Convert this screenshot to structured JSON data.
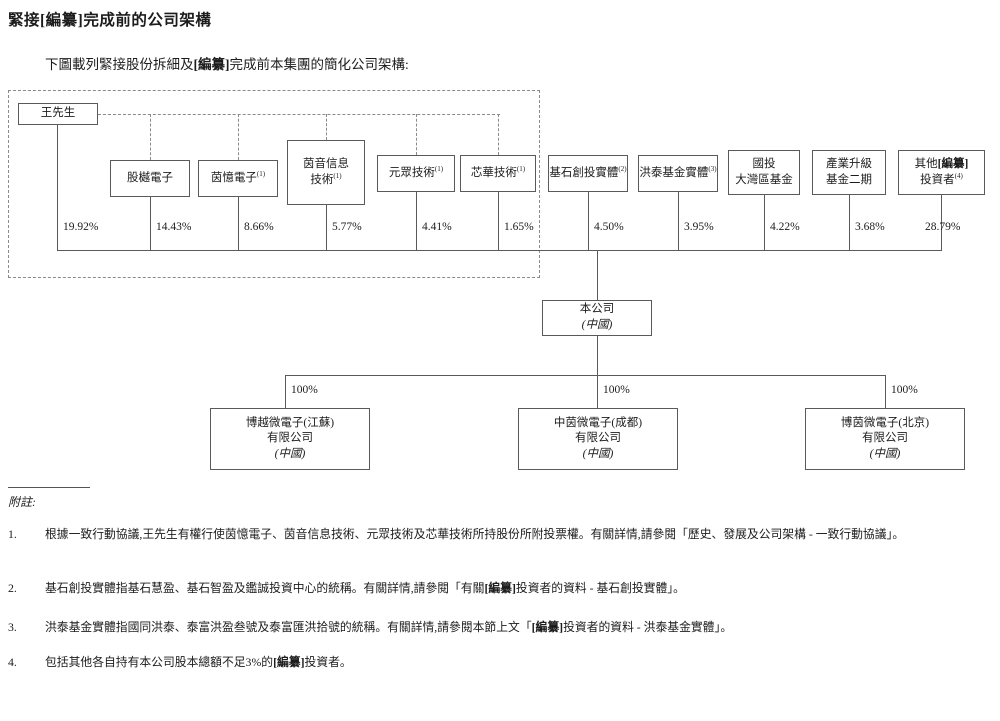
{
  "page": {
    "title": "緊接[編纂]完成前的公司架構",
    "intro": "下圖載列緊接股份拆細及[編纂]完成前本集團的簡化公司架構:"
  },
  "diagram": {
    "controller": {
      "name": "王先生",
      "percent": "19.92%"
    },
    "shareholders": [
      {
        "line1": "股樾電子",
        "sup": "",
        "percent": "14.43%"
      },
      {
        "line1": "茵憶電子",
        "sup": "(1)",
        "percent": "8.66%"
      },
      {
        "line1": "茵音信息",
        "line2": "技術",
        "sup": "(1)",
        "percent": "5.77%"
      },
      {
        "line1": "元眾技術",
        "sup": "(1)",
        "percent": "4.41%"
      },
      {
        "line1": "芯華技術",
        "sup": "(1)",
        "percent": "1.65%"
      },
      {
        "line1": "基石創投實體",
        "sup": "(2)",
        "percent": "4.50%"
      },
      {
        "line1": "洪泰基金實體",
        "sup": "(3)",
        "percent": "3.95%"
      },
      {
        "line1": "國投",
        "line2": "大灣區基金",
        "sup": "",
        "percent": "4.22%"
      },
      {
        "line1": "產業升級",
        "line2": "基金二期",
        "sup": "",
        "percent": "3.68%"
      },
      {
        "line1": "其他[編纂]",
        "line2": "投資者",
        "sup": "(4)",
        "percent": "28.79%"
      }
    ],
    "parent": {
      "name": "本公司",
      "country": "(中國)"
    },
    "subsidiaries": [
      {
        "name": "博越微電子(江蘇)",
        "suffix": "有限公司",
        "country": "(中國)",
        "percent": "100%"
      },
      {
        "name": "中茵微電子(成都)",
        "suffix": "有限公司",
        "country": "(中國)",
        "percent": "100%"
      },
      {
        "name": "博茵微電子(北京)",
        "suffix": "有限公司",
        "country": "(中國)",
        "percent": "100%"
      }
    ]
  },
  "notes": {
    "heading": "附註:",
    "items": [
      {
        "num": "1.",
        "text": "根據一致行動協議,王先生有權行使茵憶電子、茵音信息技術、元眾技術及芯華技術所持股份所附投票權。有關詳情,請參閱「歷史、發展及公司架構 - 一致行動協議」。"
      },
      {
        "num": "2.",
        "text": "基石創投實體指基石慧盈、基石智盈及鑑誠投資中心的統稱。有關詳情,請參閱「有關[編纂]投資者的資料 - 基石創投實體」。"
      },
      {
        "num": "3.",
        "text": "洪泰基金實體指國同洪泰、泰富洪盈叁號及泰富匯洪拾號的統稱。有關詳情,請參閱本節上文「[編纂]投資者的資料 - 洪泰基金實體」。"
      },
      {
        "num": "4.",
        "text": "包括其他各自持有本公司股本總額不足3%的[編纂]投資者。"
      }
    ]
  }
}
